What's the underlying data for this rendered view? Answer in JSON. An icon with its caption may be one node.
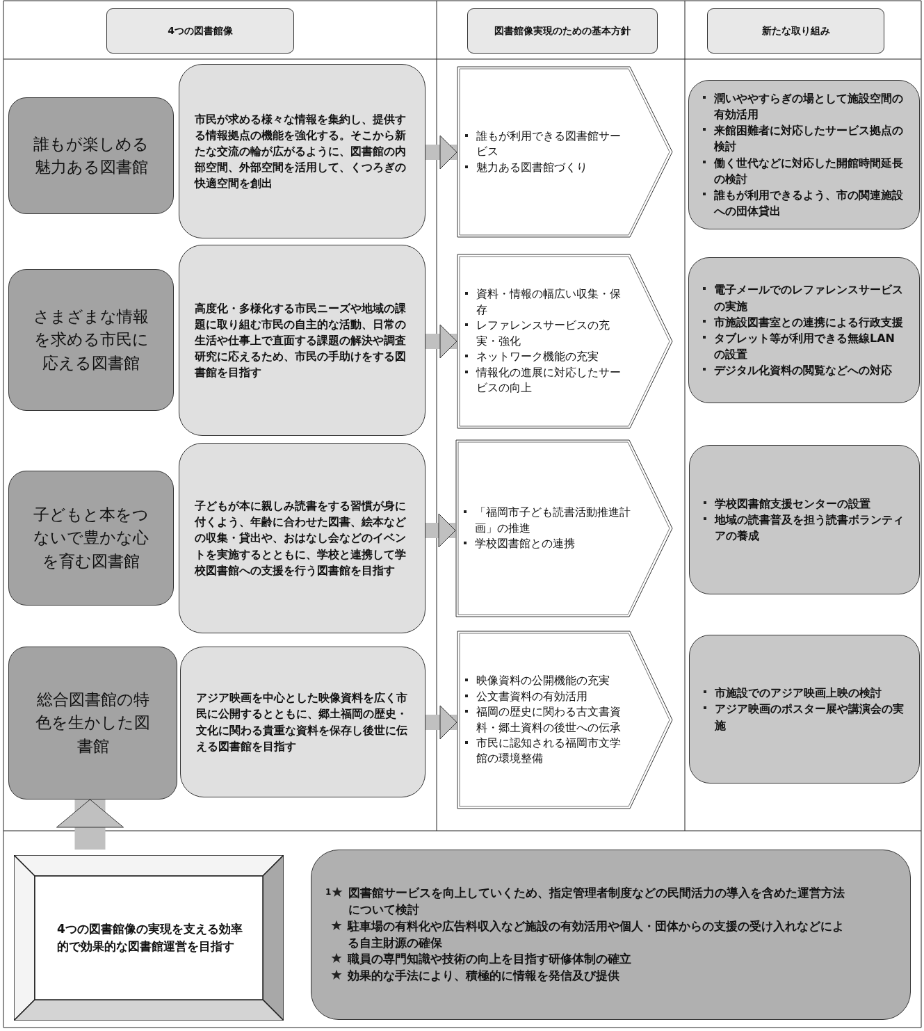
{
  "diagram": {
    "nodes": [
      {
        "text": [
          "4つの図書館像"
        ]
      },
      {
        "text": [
          "図書館像実現のための基本方針"
        ]
      },
      {
        "text": [
          "新たな取り組み"
        ]
      },
      {
        "text": [
          "誰もが楽しめる魅力ある図書館"
        ]
      },
      {
        "text": [
          "市民が求める様々な情報を集約し、提供する情報拠点の機能を強化する。そこから新たな交流の輪が広がるように、図書館の内部空間、外部空間を活用して、くつろぎの快適空間を創出"
        ]
      },
      {
        "text": [
          "誰もが利用できる図書館サービス",
          "魅力ある図書館づくり"
        ]
      },
      {
        "text": [
          "潤いややすらぎの場として施設空間の有効活用",
          "来館困難者に対応したサービス拠点の検討",
          "働く世代などに対応した開館時間延長の検討",
          "誰もが利用できるよう、市の関連施設への団体貸出"
        ]
      },
      {
        "text": [
          "さまざまな情報を求める市民に応える図書館"
        ]
      },
      {
        "text": [
          "高度化・多様化する市民ニーズや地域の課題に取り組む市民の自主的な活動、日常の生活や仕事上で直面する課題の解決や調査研究に応えるため、市民の手助けをする図書館を目指す"
        ]
      },
      {
        "text": [
          "資料・情報の幅広い収集・保存",
          "レファレンスサービスの充実・強化",
          "ネットワーク機能の充実",
          "情報化の進展に対応したサービスの向上"
        ]
      },
      {
        "text": [
          "電子メールでのレファレンスサービスの実施",
          "市施設図書室との連携による行政支援",
          "タブレット等が利用できる無線LANの設置",
          "デジタル化資料の閲覧などへの対応"
        ]
      },
      {
        "text": [
          "子どもと本をつないで豊かな心を育む図書館"
        ]
      },
      {
        "text": [
          "子どもが本に親しみ読書をする習慣が身に付くよう、年齢に合わせた図書、絵本などの収集・貸出や、おはなし会などのイベントを実施するとともに、学校と連携して学校図書館への支援を行う図書館を目指す"
        ]
      },
      {
        "text": [
          "「福岡市子ども読書活動推進計画」の推進",
          "学校図書館との連携"
        ]
      },
      {
        "text": [
          "学校図書館支援センターの設置",
          "地域の読書普及を担う読書ボランティアの養成"
        ]
      },
      {
        "text": [
          "総合図書館の特色を生かした図書館"
        ]
      },
      {
        "text": [
          "アジア映画を中心とした映像資料を広く市民に公開するとともに、郷土福岡の歴史・文化に関わる貴重な資料を保存し後世に伝える図書館を目指す"
        ]
      },
      {
        "text": [
          "映像資料の公開機能の充実",
          "公文書資料の有効活用",
          "福岡の歴史に関わる古文書資料・郷土資料の後世への伝承",
          "市民に認知される福岡市文学館の環境整備"
        ]
      },
      {
        "text": [
          "市施設でのアジア映画上映の検討",
          "アジア映画のポスター展や講演会の実施"
        ]
      },
      {
        "text": [
          "4つの図書館像の実現を支える効率的で効果的な図書館運営を目指す"
        ]
      },
      {
        "text": [
          "1",
          "図書館サービスを向上していくため、指定管理者制度などの民間活力の導入を含めた運営方法について検討",
          "駐車場の有料化や広告料収入など施設の有効活用や個人・団体からの支援の受け入れなどによる自主財源の確保",
          "職員の専門知識や技術の向上を目指す研修体制の確立",
          "効果的な手法により、積極的に情報を発信及び提供"
        ]
      }
    ],
    "edges": [
      {
        "from": 4,
        "to": 5,
        "arrow": "to"
      },
      {
        "from": 8,
        "to": 9,
        "arrow": "to"
      },
      {
        "from": 12,
        "to": 13,
        "arrow": "to"
      },
      {
        "from": 16,
        "to": 17,
        "arrow": "to"
      },
      {
        "from": 19,
        "to": 15,
        "arrow": "to",
        "style": "thick"
      }
    ]
  }
}
